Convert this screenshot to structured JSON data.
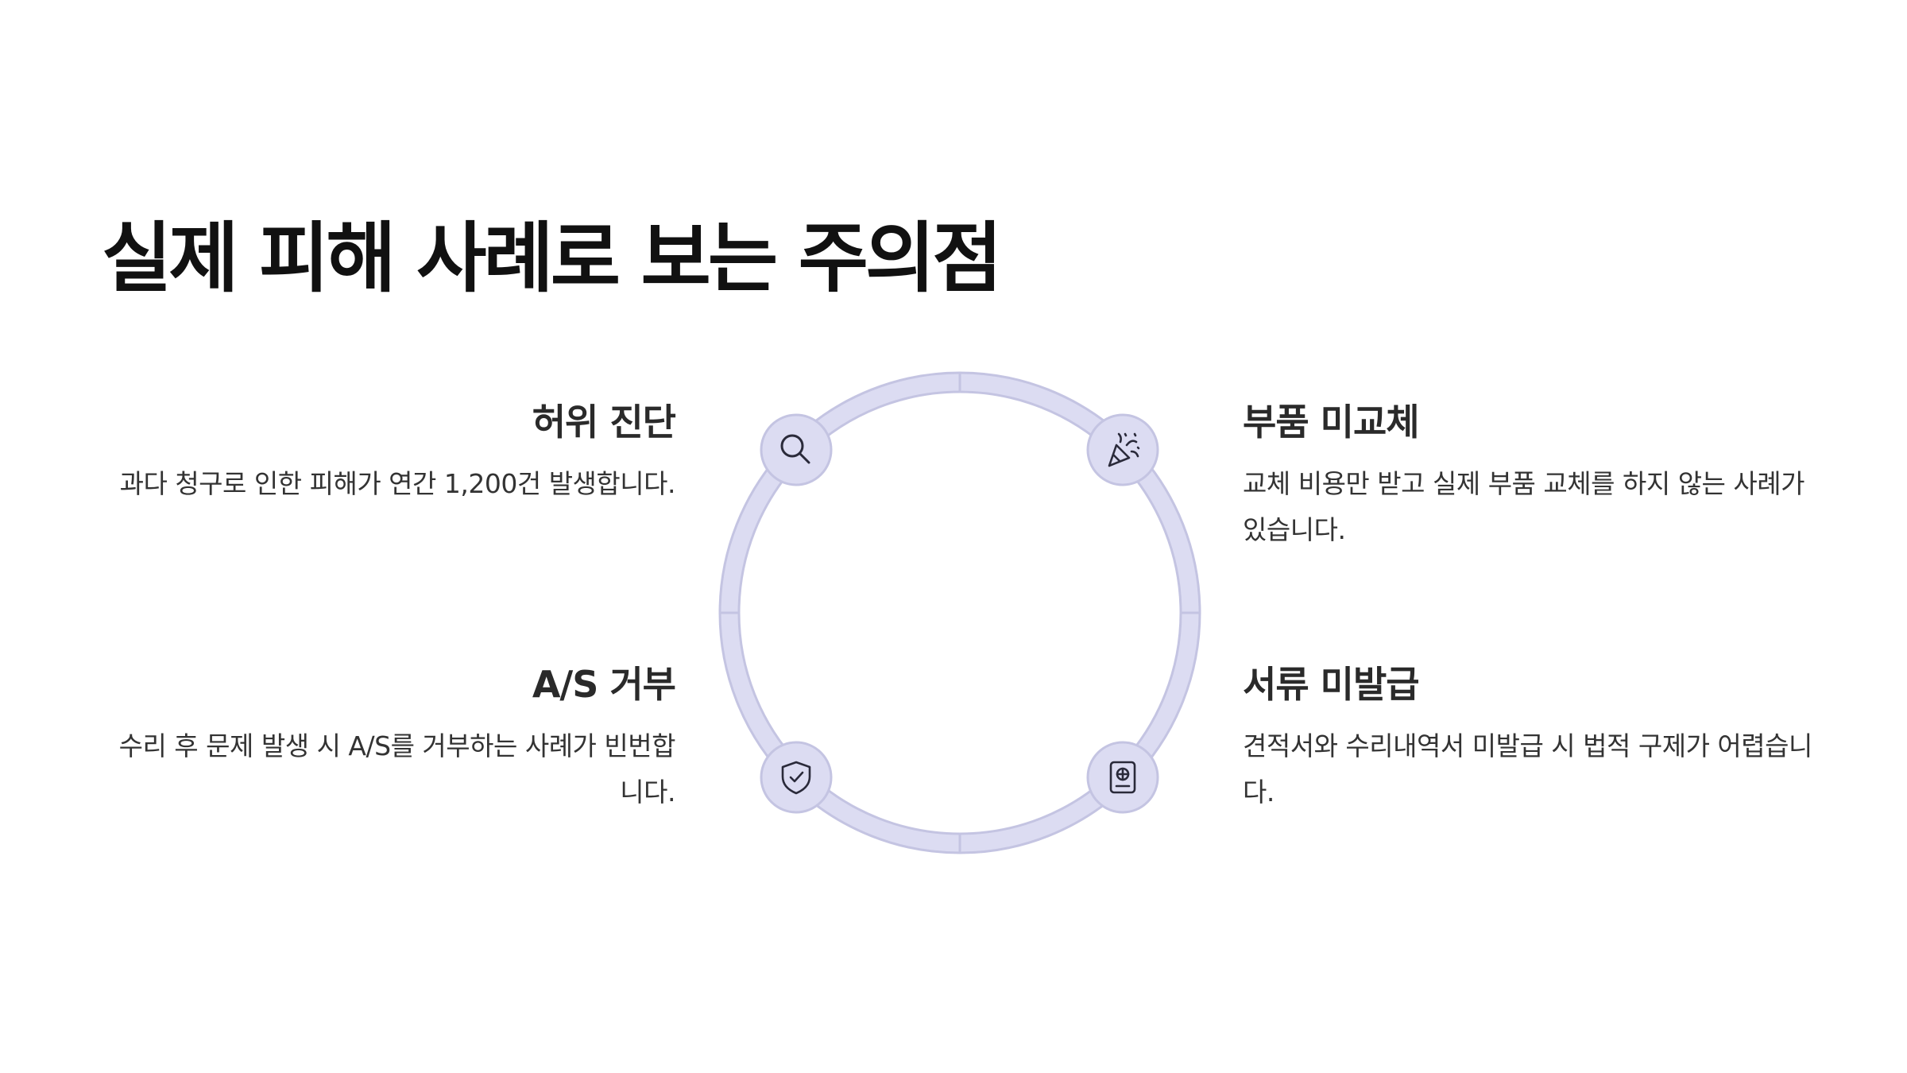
{
  "title": "실제 피해 사례로 보는 주의점",
  "colors": {
    "ring_fill": "#dcdcf2",
    "ring_stroke": "#c4c4e2",
    "node_fill": "#dcdcf2",
    "node_stroke": "#c4c4e2",
    "icon": "#2a2a3a"
  },
  "items": [
    {
      "position": "top-left",
      "icon": "search-icon",
      "heading": "허위 진단",
      "text": "과다 청구로 인한 피해가 연간 1,200건 발생합니다."
    },
    {
      "position": "top-right",
      "icon": "party-popper-icon",
      "heading": "부품 미교체",
      "text": "교체 비용만 받고 실제 부품 교체를 하지 않는 사례가 있습니다."
    },
    {
      "position": "bottom-left",
      "icon": "shield-check-icon",
      "heading": "A/S 거부",
      "text": "수리 후 문제 발생 시 A/S를 거부하는 사례가 빈번합니다."
    },
    {
      "position": "bottom-right",
      "icon": "passport-icon",
      "heading": "서류 미발급",
      "text": "견적서와 수리내역서 미발급 시 법적 구제가 어렵습니다."
    }
  ]
}
